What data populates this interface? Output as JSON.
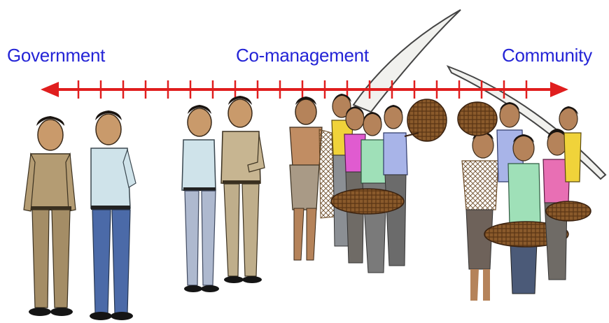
{
  "labels": {
    "left": "Government",
    "middle": "Co-management",
    "right": "Community"
  },
  "colors": {
    "label_text": "#2424d6",
    "axis": "#e01e1e"
  },
  "axis": {
    "tick_count": 21,
    "arrowheads": "both ends"
  },
  "figures": {
    "government_group": [
      "officer-in-khaki-uniform",
      "official-in-blue-shirt"
    ],
    "co_management_group": [
      "official-in-blue-shirt",
      "officer-in-khaki-uniform",
      "villagers-with-fish-traps"
    ],
    "community_group": [
      "villagers-with-fishing-nets-and-baskets"
    ]
  }
}
